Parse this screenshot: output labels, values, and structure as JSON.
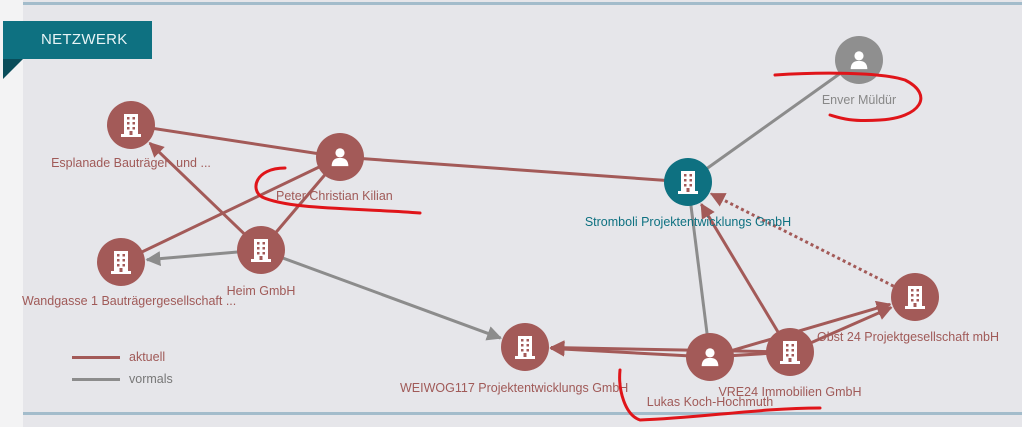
{
  "tab_title": "NETZWERK",
  "colors": {
    "aktuell": "#a35a58",
    "vormals": "#8c8c8c",
    "focus": "#0e7181",
    "person_grey": "#8f8f8f"
  },
  "legend": [
    {
      "label": "aktuell",
      "color": "#a35a58"
    },
    {
      "label": "vormals",
      "color": "#8c8c8c"
    }
  ],
  "nodes": [
    {
      "id": "esplanade",
      "label": "Esplanade Bauträger- und ...",
      "type": "company",
      "style": "red"
    },
    {
      "id": "peter",
      "label": "Peter Christian Kilian",
      "type": "person",
      "style": "red"
    },
    {
      "id": "wandgasse",
      "label": "Wandgasse 1 Bauträgergesellschaft ...",
      "type": "company",
      "style": "red"
    },
    {
      "id": "heim",
      "label": "Heim GmbH",
      "type": "company",
      "style": "red"
    },
    {
      "id": "stromboli",
      "label": "Stromboli Projektentwicklungs GmbH",
      "type": "company",
      "style": "teal"
    },
    {
      "id": "enver",
      "label": "Enver Müldür",
      "type": "person",
      "style": "grey"
    },
    {
      "id": "weiwog",
      "label": "WEIWOG117 Projektentwicklungs GmbH",
      "type": "company",
      "style": "red"
    },
    {
      "id": "lukas",
      "label": "Lukas Koch-Hochmuth",
      "type": "person",
      "style": "red"
    },
    {
      "id": "vre24",
      "label": "VRE24 Immobilien GmbH",
      "type": "company",
      "style": "red"
    },
    {
      "id": "obst",
      "label": "Obst 24 Projektgesellschaft mbH",
      "type": "company",
      "style": "red"
    }
  ],
  "edges": [
    {
      "from": "esplanade",
      "to": "peter",
      "kind": "aktuell"
    },
    {
      "from": "peter",
      "to": "stromboli",
      "kind": "aktuell"
    },
    {
      "from": "peter",
      "to": "wandgasse",
      "kind": "aktuell"
    },
    {
      "from": "peter",
      "to": "heim",
      "kind": "aktuell"
    },
    {
      "from": "heim",
      "to": "esplanade",
      "kind": "aktuell",
      "arrow": true
    },
    {
      "from": "heim",
      "to": "wandgasse",
      "kind": "vormals",
      "arrow": true
    },
    {
      "from": "heim",
      "to": "weiwog",
      "kind": "vormals",
      "arrow": true
    },
    {
      "from": "stromboli",
      "to": "enver",
      "kind": "vormals"
    },
    {
      "from": "obst",
      "to": "stromboli",
      "kind": "dotted",
      "arrow": true
    },
    {
      "from": "lukas",
      "to": "stromboli",
      "kind": "vormals"
    },
    {
      "from": "vre24",
      "to": "stromboli",
      "kind": "aktuell",
      "arrow": true
    },
    {
      "from": "lukas",
      "to": "weiwog",
      "kind": "aktuell",
      "arrow": true
    },
    {
      "from": "vre24",
      "to": "weiwog",
      "kind": "aktuell",
      "arrow": true
    },
    {
      "from": "lukas",
      "to": "obst",
      "kind": "aktuell",
      "arrow": true
    },
    {
      "from": "vre24",
      "to": "obst",
      "kind": "aktuell",
      "arrow": true
    },
    {
      "from": "lukas",
      "to": "vre24",
      "kind": "aktuell"
    }
  ]
}
